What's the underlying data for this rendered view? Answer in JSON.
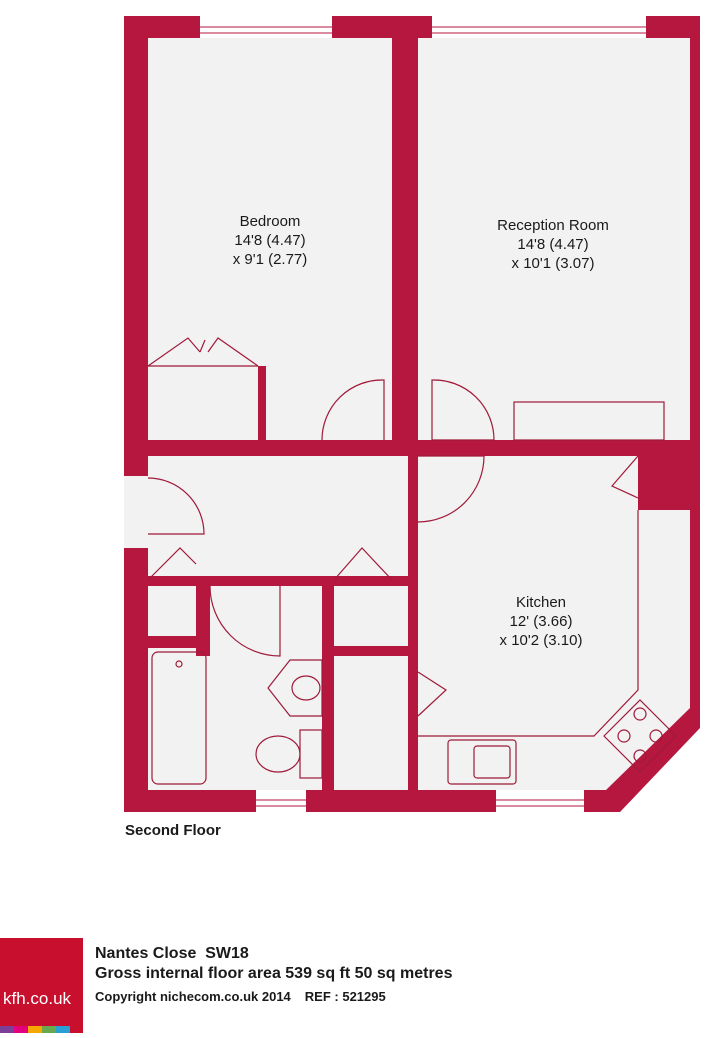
{
  "rooms": {
    "bedroom": {
      "name": "Bedroom",
      "dim1": "14'8 (4.47)",
      "dim2": "x 9'1 (2.77)"
    },
    "reception": {
      "name": "Reception Room",
      "dim1": "14'8 (4.47)",
      "dim2": "x 10'1 (3.07)"
    },
    "kitchen": {
      "name": "Kitchen",
      "dim1": "12' (3.66)",
      "dim2": "x 10'2 (3.10)"
    }
  },
  "floor_caption": "Second Floor",
  "footer": {
    "logo_text": "kfh.co.uk",
    "address": "Nantes Close  SW18",
    "area": "Gross internal floor area 539 sq ft 50 sq metres",
    "copyright": "Copyright nichecom.co.uk 2014",
    "ref": "REF : 521295"
  },
  "colors": {
    "wall": "#b5173f",
    "floor": "#f2f2f2",
    "fixture_line": "#a01a3a",
    "logo_red": "#c8102e",
    "logo_stripes": [
      "#7b3f98",
      "#e4007c",
      "#f7a800",
      "#6aa84f",
      "#2a9fd6",
      "#c8102e"
    ]
  }
}
